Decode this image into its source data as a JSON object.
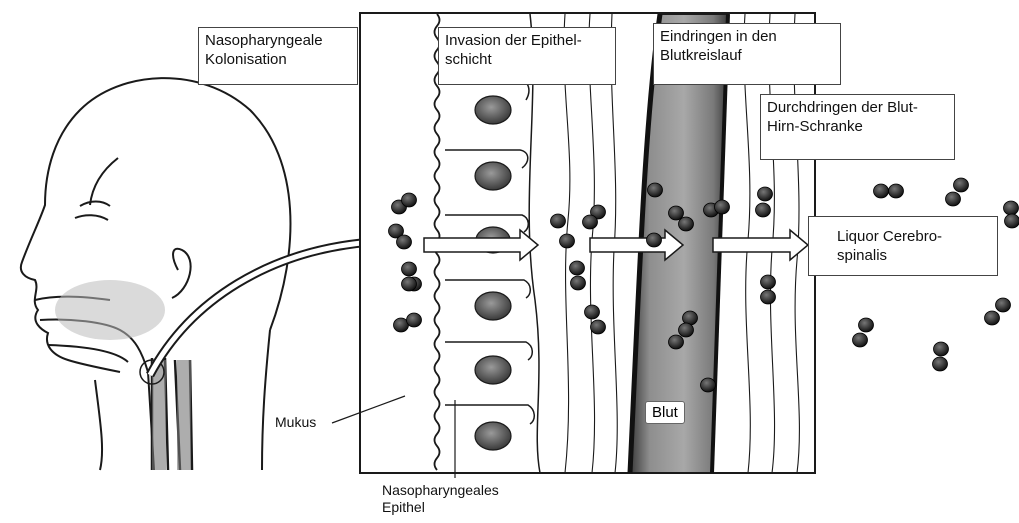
{
  "labels": {
    "colonization": "Nasopharyngeale\nKolonisation",
    "invasion": "Invasion der Epithel-\nschicht",
    "bloodstream": "Eindringen in den\nBlutkreislauf",
    "bbb": "Durchdringen der Blut-\nHirn-Schranke",
    "csf": "Liquor Cerebro-\nspinalis",
    "mucus": "Mukus",
    "blood": "Blut",
    "epithelium": "Nasopharyngeales\nEpithel"
  },
  "colors": {
    "ink": "#1a1a1a",
    "gray": "#8a8a8a",
    "vessel": "#555555",
    "bacteria": "#222222"
  }
}
